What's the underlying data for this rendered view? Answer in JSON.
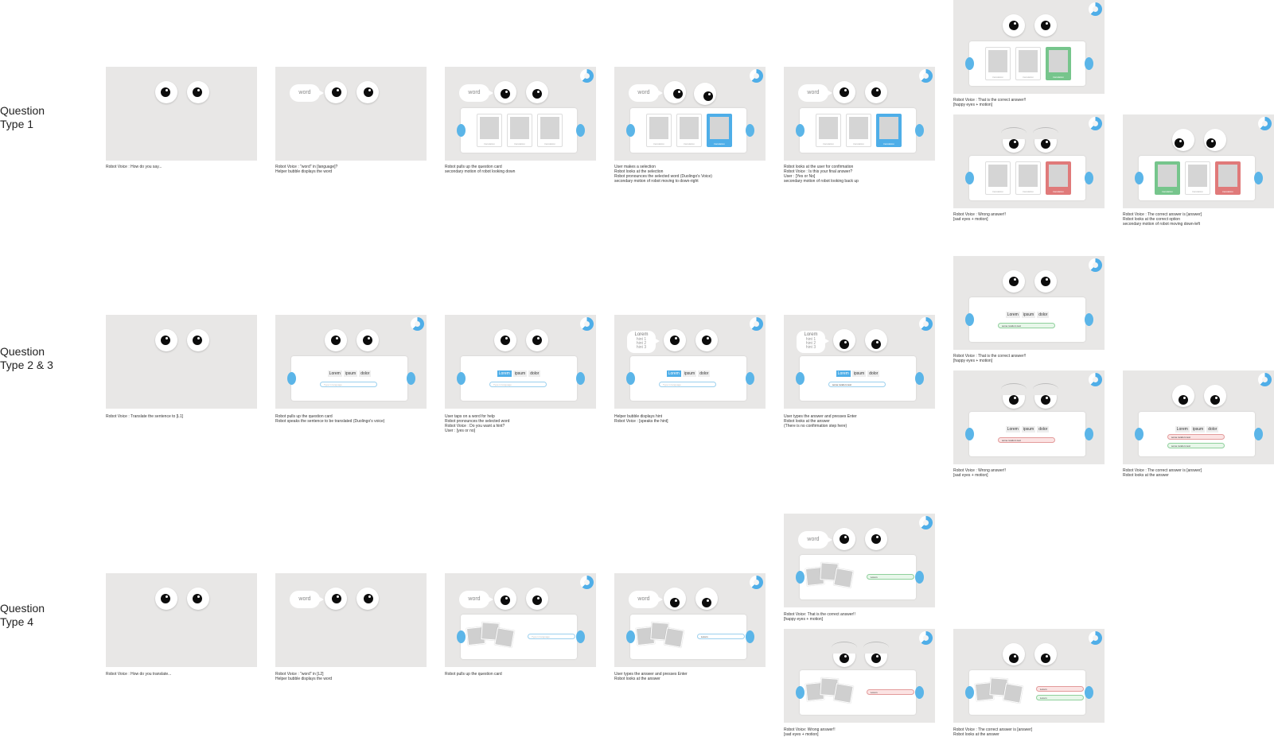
{
  "row_labels": [
    {
      "text": "Question\nType 1"
    },
    {
      "text": "Question\nType 2 & 3"
    },
    {
      "text": "Question\nType 4"
    }
  ],
  "card_texts": {
    "bubble_word": "word",
    "option_label": "translation",
    "sentence_words": [
      "Lorem",
      "ipsum",
      "dolor"
    ],
    "field_placeholder": "Type in language",
    "answer_text": "some random text",
    "type4_answer": "Lorem",
    "hint_title": "Lorem",
    "hint_lines": [
      "hint 1",
      "hint 2",
      "hint 3"
    ]
  },
  "captions": {
    "q1_1": "Robot Voice : How do you say...",
    "q1_2": "Robot Voice : \"word\" in [language]?\nHelper bubble displays the word",
    "q1_3": "Robot pulls up the question card\nsecondary motion of robot looking down",
    "q1_4": "User makes a selection\nRobot looks at the selection\nRobot pronounces the selected word (Duolingo's Voice)\nsecondary motion of robot moving to down-right",
    "q1_5": "Robot looks at the user for confirmation\nRobot Voice : Is this your final answer?\nUser : [Yes or No]\nsecondary motion of robot looking back up",
    "q1_correct": "Robot Voice : That is the correct answer!!\n[happy eyes + motion]",
    "q1_wrong": "Robot Voice : Wrong answer!!\n[sad eyes + motion]",
    "q1_reveal": "Robot Voice : The correct answer is [answer]\nRobot looks at the correct option\nsecondary motion of robot moving down-left",
    "q2_1": "Robot Voice : Translate the sentence to [L1]",
    "q2_2": "Robot pulls up the question card\nRobot speaks the sentence to be translated (Duolingo's voice)",
    "q2_3": "User taps on a word for help\nRobot pronounces the selected word\nRobot Voice : Do you want a hint?\nUser : [yes or no]",
    "q2_4": "Helper bubble displays hint\nRobot Voice : [speaks the hint]",
    "q2_5": "User types the answer and presses Enter\nRobot looks at the answer\n(There is no confirmation step here)",
    "q2_correct": "Robot Voice : That is the correct answer!!\n[happy eyes + motion]",
    "q2_wrong": "Robot Voice : Wrong answer!!\n[sad eyes + motion]",
    "q2_reveal": "Robot Voice : The correct answer is [answer]\nRobot looks at the answer",
    "q4_1": "Robot Voice : How do you translate...",
    "q4_2": "Robot Voice : \"word\" in [L2]\nHelper bubble displays the word",
    "q4_3": "Robot pulls up the question card",
    "q4_4": "User types the answer and presses Enter\nRobot looks at the answer",
    "q4_correct": "Robot Voice: That is the correct answer!!\n[happy eyes + motion]",
    "q4_wrong": "Robot Voice: Wrong answer!!\n[sad eyes + motion]",
    "q4_reveal": "Robot Voice : The correct answer is [answer]\nRobot looks at the answer"
  },
  "colors": {
    "frame_bg": "#e8e7e6",
    "accent_blue": "#4eaee8",
    "correct_green": "#76c58c",
    "wrong_red": "#e07a7a"
  }
}
